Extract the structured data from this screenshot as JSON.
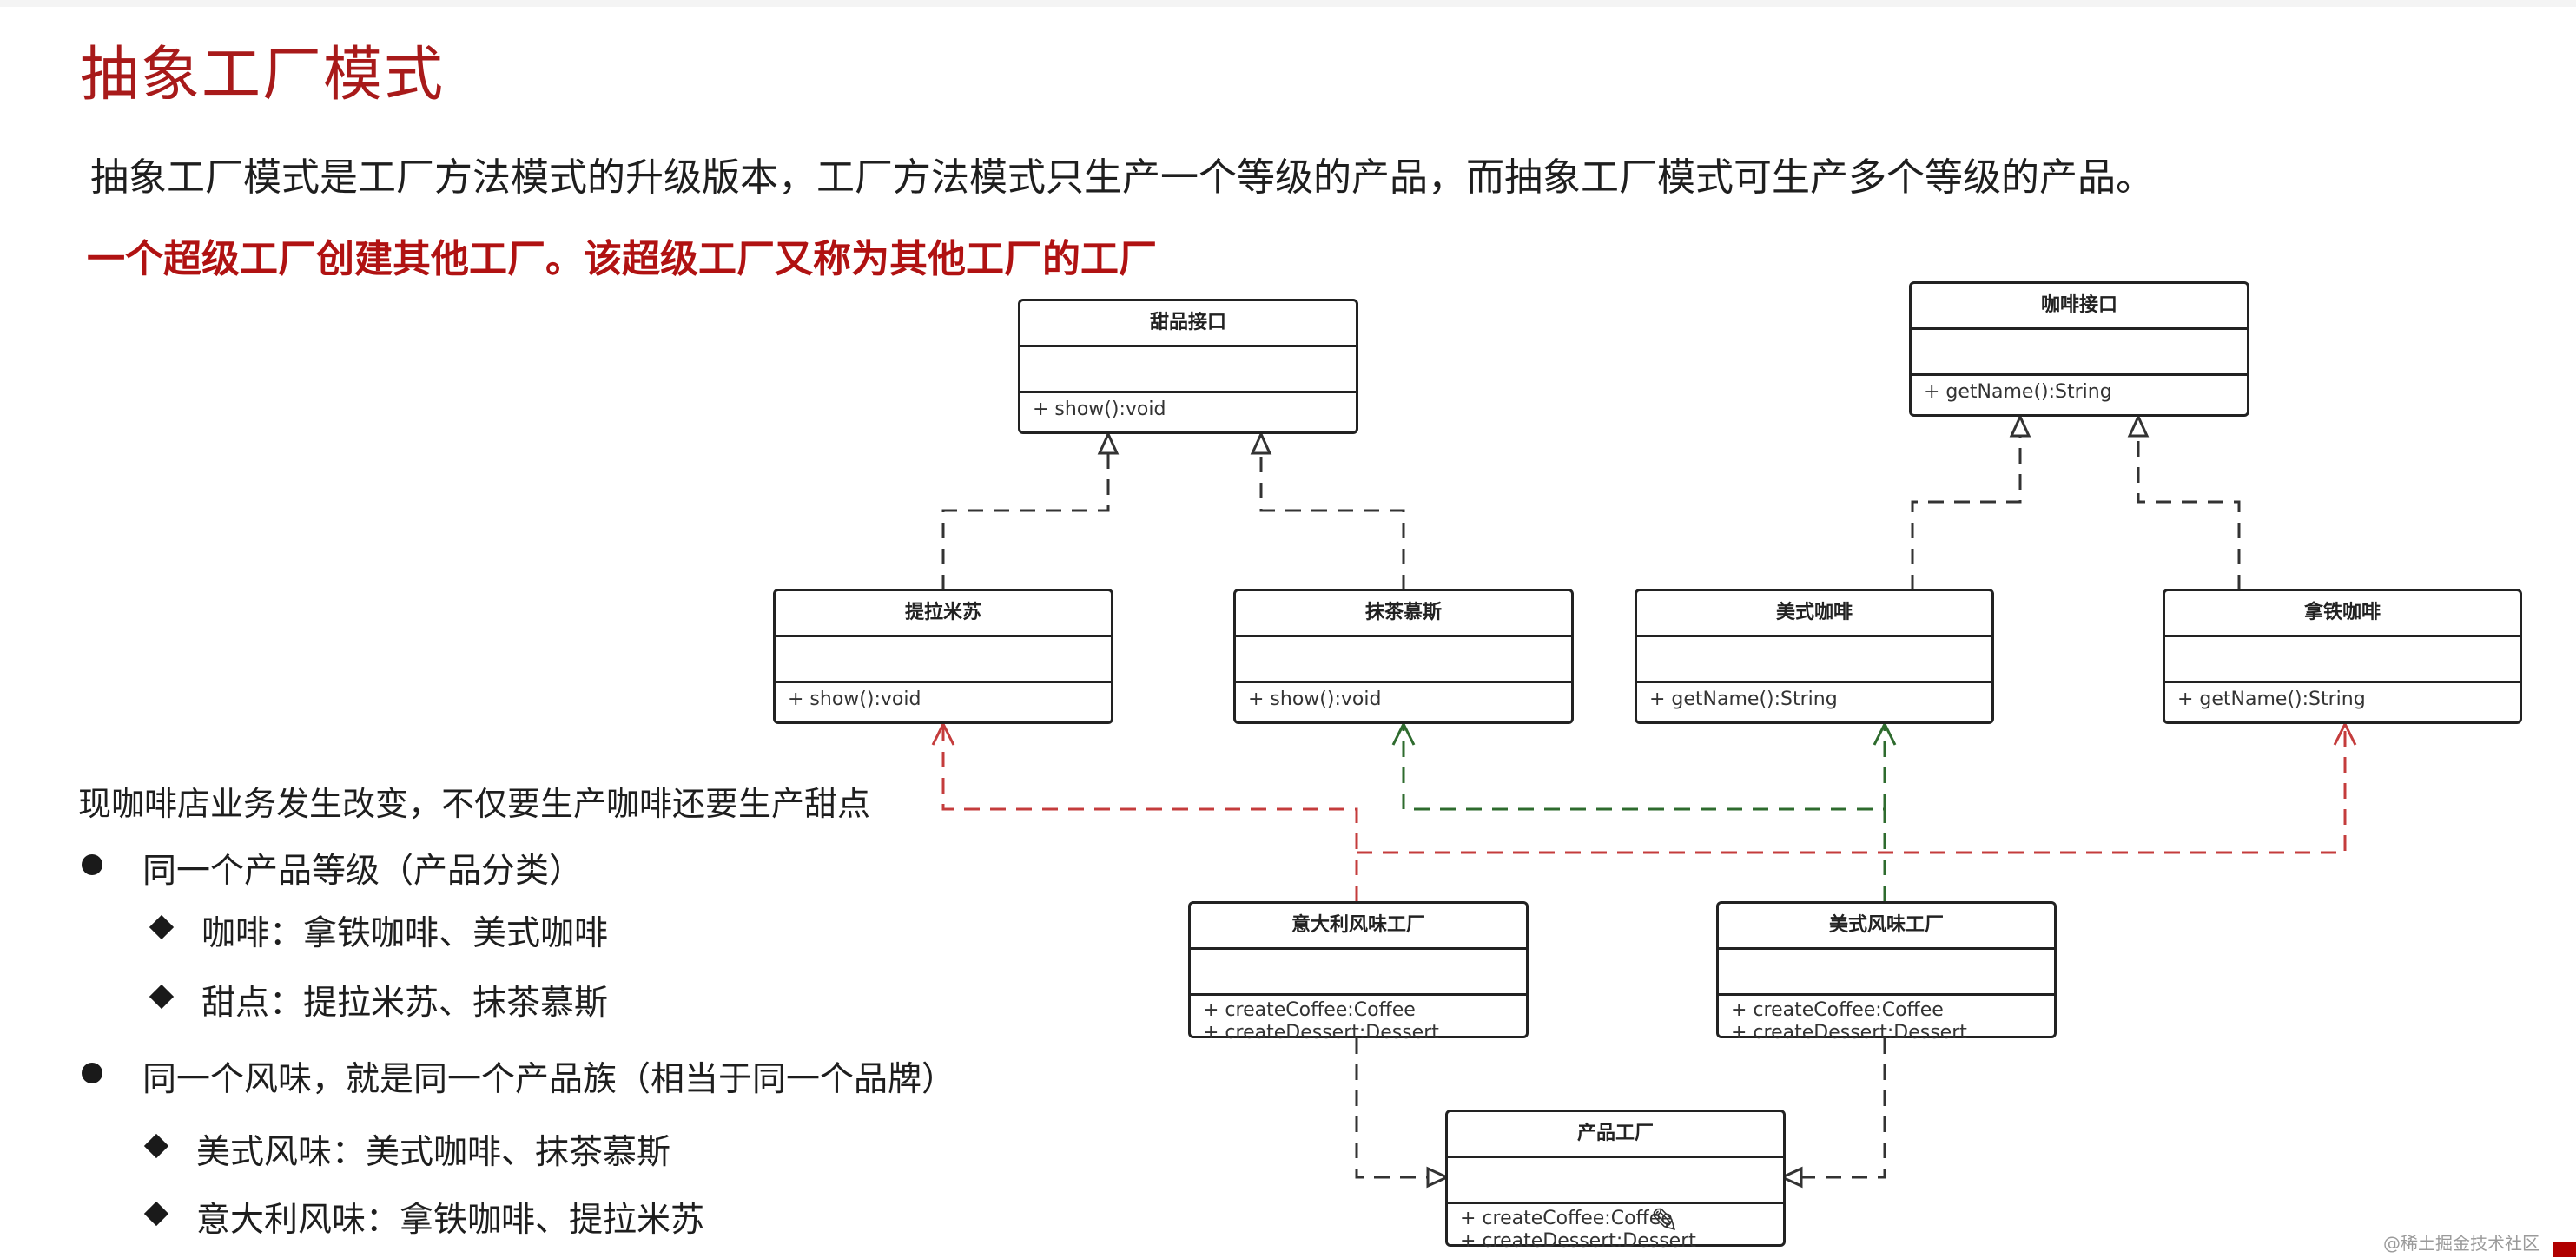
{
  "slide": {
    "title": "抽象工厂模式",
    "intro": "抽象工厂模式是工厂方法模式的升级版本，工厂方法模式只生产一个等级的产品，而抽象工厂模式可生产多个等级的产品。",
    "highlight": "一个超级工厂创建其他工厂。该超级工厂又称为其他工厂的工厂"
  },
  "notes": {
    "intro_line": "现咖啡店业务发生改变，不仅要生产咖啡还要生产甜点",
    "points": [
      {
        "text": "同一个产品等级（产品分类）",
        "subs": [
          "咖啡：拿铁咖啡、美式咖啡",
          "甜点：提拉米苏、抹茶慕斯"
        ]
      },
      {
        "text": "同一个风味，就是同一个产品族（相当于同一个品牌）",
        "subs": [
          "美式风味：美式咖啡、抹茶慕斯",
          "意大利风味：拿铁咖啡、提拉米苏"
        ]
      }
    ]
  },
  "diagram": {
    "dessert_interface": {
      "name": "甜品接口",
      "op1": "+ show():void"
    },
    "coffee_interface": {
      "name": "咖啡接口",
      "op1": "+ getName():String"
    },
    "tiramisu": {
      "name": "提拉米苏",
      "op1": "+ show():void"
    },
    "matcha": {
      "name": "抹茶慕斯",
      "op1": "+ show():void"
    },
    "american_coffee": {
      "name": "美式咖啡",
      "op1": "+ getName():String"
    },
    "latte": {
      "name": "拿铁咖啡",
      "op1": "+ getName():String"
    },
    "italy_factory": {
      "name": "意大利风味工厂",
      "op1": "+ createCoffee:Coffee",
      "op2": "+ createDessert:Dessert"
    },
    "american_factory": {
      "name": "美式风味工厂",
      "op1": "+ createCoffee:Coffee",
      "op2": "+ createDessert:Dessert"
    },
    "product_factory": {
      "name": "产品工厂",
      "op1": "+ createCoffee:Coffee",
      "op2": "+ createDessert:Dessert"
    }
  },
  "colors": {
    "title": "#a81a1a",
    "highlight": "#b01212",
    "red_link": "#c43c3c",
    "green_link": "#2e6b2e"
  },
  "watermark": "@稀土掘金技术社区",
  "pencil_icon": "pencil-icon"
}
